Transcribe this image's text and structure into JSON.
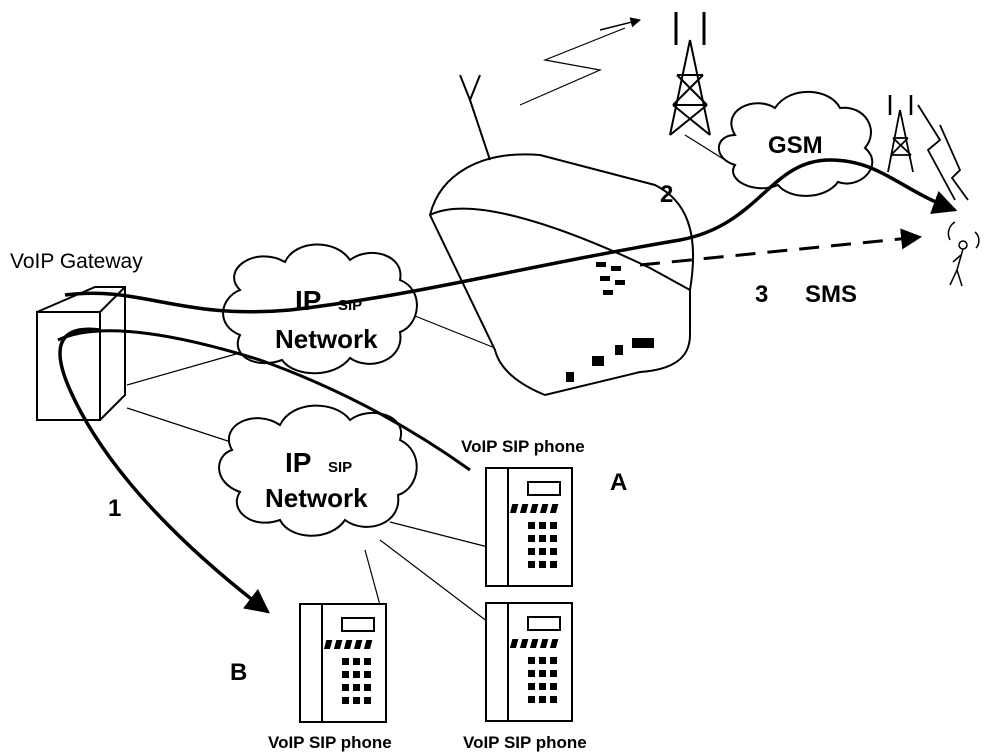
{
  "gateway": {
    "label": "VoIP Gateway"
  },
  "clouds": {
    "top": {
      "ip": "IP",
      "sip": "SIP",
      "network": "Network"
    },
    "bottom": {
      "ip": "IP",
      "sip": "SIP",
      "network": "Network"
    },
    "gsm": {
      "label": "GSM"
    }
  },
  "phones": {
    "a": {
      "label": "VoIP SIP phone",
      "marker": "A"
    },
    "b": {
      "label": "VoIP SIP phone",
      "marker": "B"
    },
    "c": {
      "label": "VoIP SIP phone"
    }
  },
  "paths": {
    "step1": "1",
    "step2": "2",
    "step3": "3",
    "sms": "SMS"
  }
}
